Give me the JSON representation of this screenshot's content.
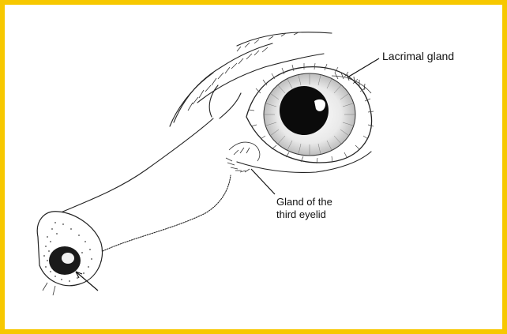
{
  "colors": {
    "border": "#f7c800",
    "ink": "#111111",
    "background": "#ffffff"
  },
  "labels": {
    "lacrimal_gland": "Lacrimal gland",
    "third_eyelid_line1": "Gland of the",
    "third_eyelid_line2": "third eyelid"
  }
}
